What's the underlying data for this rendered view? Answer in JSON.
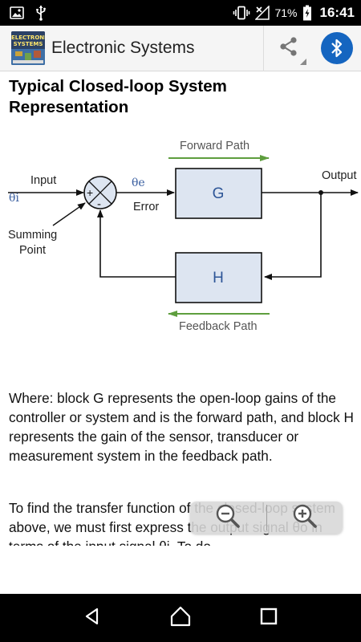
{
  "status_bar": {
    "battery_percent": "71%",
    "time": "16:41",
    "icons": [
      "image-notification-icon",
      "usb-icon",
      "vibrate-icon",
      "no-signal-icon",
      "battery-charging-icon"
    ]
  },
  "app_bar": {
    "title": "Electronic Systems",
    "logo_text": "ELECTRONIC SYSTEMS",
    "share_icon": "share-icon",
    "bluetooth_icon": "bluetooth-icon",
    "accent_color": "#1565c0"
  },
  "article": {
    "heading": "Typical Closed-loop System Representation",
    "diagram": {
      "forward_path_label": "Forward Path",
      "feedback_path_label": "Feedback Path",
      "input_label": "Input",
      "output_label": "Output",
      "theta_i": "θi",
      "theta_e": "θe",
      "error_label": "Error",
      "summing_point_label_1": "Summing",
      "summing_point_label_2": "Point",
      "block_g": "G",
      "block_h": "H",
      "plus_sign": "+",
      "minus_sign": "-",
      "path_arrow_color": "#5e9e3e",
      "block_fill": "#dde5f1"
    },
    "paragraph_1": "Where: block G represents the open-loop gains of the controller or system and is the forward path, and block H represents the gain of the sensor, transducer or measurement system in the feedback path.",
    "paragraph_2_visible": "To find the transfer function of the closed-loop system above, we must first express the output signal θo in terms of the input signal θi. To do"
  },
  "zoom_control": {
    "zoom_out_icon": "zoom-out-icon",
    "zoom_in_icon": "zoom-in-icon"
  },
  "nav_bar": {
    "back_icon": "back-icon",
    "home_icon": "home-icon",
    "recents_icon": "recents-icon"
  }
}
